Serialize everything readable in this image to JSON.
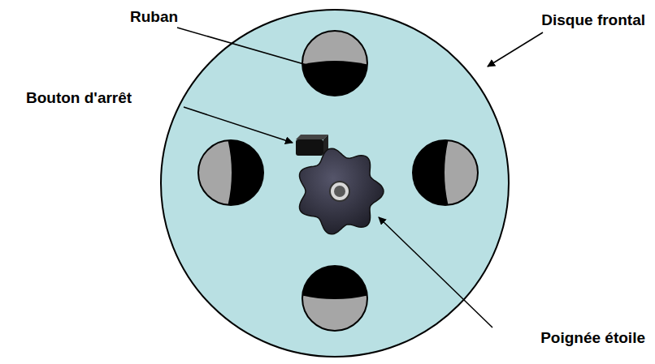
{
  "diagram": {
    "labels": [
      "Ruban",
      "Bouton d'arrêt",
      "Disque frontal",
      "Poignée étoile"
    ]
  }
}
